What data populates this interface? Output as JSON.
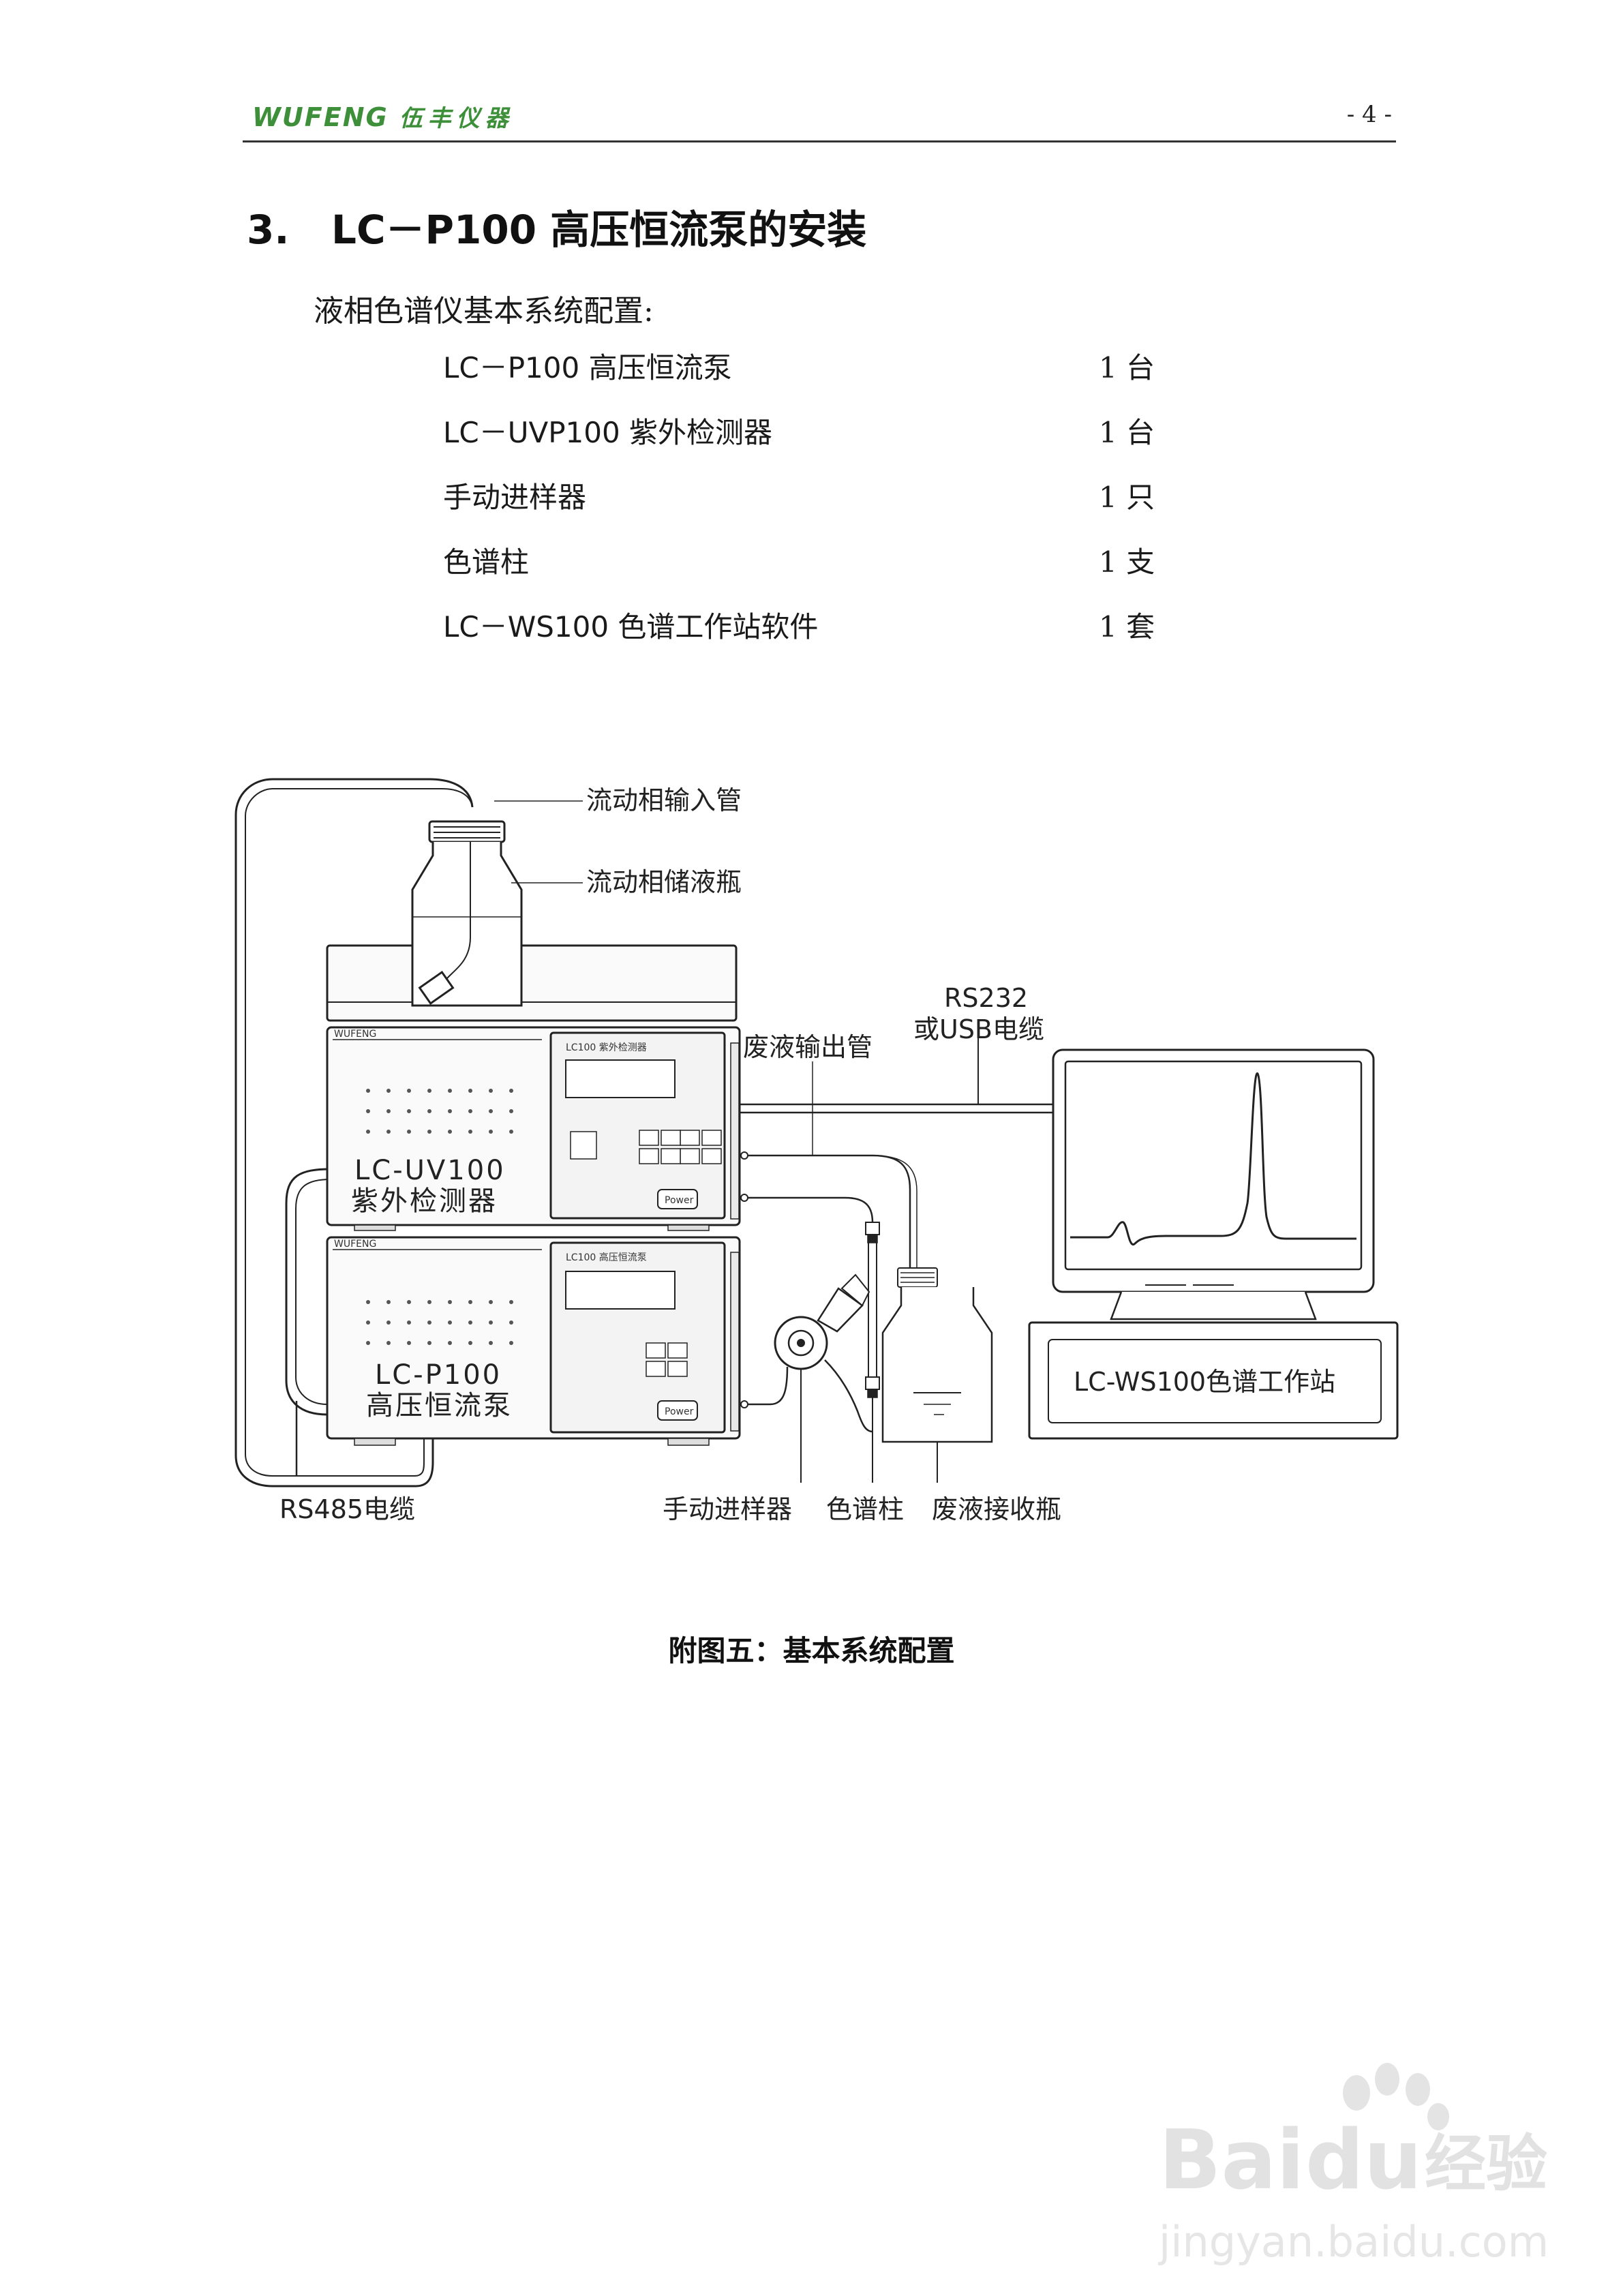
{
  "header": {
    "brand_latin": "WUFENG",
    "brand_cn": "伍丰仪器",
    "page_number": "- 4 -"
  },
  "section": {
    "number": "3.",
    "title": "LC－P100 高压恒流泵的安装"
  },
  "intro": "液相色谱仪基本系统配置:",
  "config_items": [
    {
      "name": "LC－P100 高压恒流泵",
      "qty": "1 台"
    },
    {
      "name": "LC－UVP100 紫外检测器",
      "qty": "1 台"
    },
    {
      "name": "手动进样器",
      "qty": "1 只"
    },
    {
      "name": "色谱柱",
      "qty": "1 支"
    },
    {
      "name": "LC－WS100 色谱工作站软件",
      "qty": "1 套"
    }
  ],
  "figure": {
    "callouts": {
      "inlet_tube": "流动相输入管",
      "reservoir": "流动相储液瓶",
      "waste_outlet": "废液输出管",
      "cable_line1": "RS232",
      "cable_line2": "或USB电缆",
      "rs485": "RS485电缆",
      "injector": "手动进样器",
      "column": "色谱柱",
      "waste_bottle": "废液接收瓶"
    },
    "detector": {
      "brand": "WUFENG",
      "panel_title": "LC100 紫外检测器",
      "model": "LC-UV100",
      "name": "紫外检测器",
      "power_label": "Power"
    },
    "pump": {
      "brand": "WUFENG",
      "panel_title": "LC100 高压恒流泵",
      "model": "LC-P100",
      "name": "高压恒流泵",
      "power_label": "Power"
    },
    "workstation": "LC-WS100色谱工作站"
  },
  "caption": "附图五：基本系统配置",
  "watermark": {
    "brand": "Baidu经验",
    "url": "jingyan.baidu.com"
  }
}
